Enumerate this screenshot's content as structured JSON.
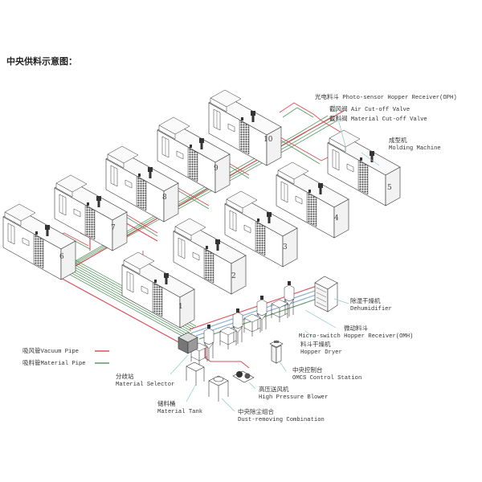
{
  "title": "中央供料示意图：",
  "colors": {
    "vacuum_pipe": "#d9505a",
    "material_pipe": "#5e9a66",
    "air_pipe": "#7fa9d6",
    "outline": "#333333",
    "leader_line": "#8cc8c8"
  },
  "machines": [
    {
      "id": "1",
      "label": "1"
    },
    {
      "id": "2",
      "label": "2"
    },
    {
      "id": "3",
      "label": "3"
    },
    {
      "id": "4",
      "label": "4"
    },
    {
      "id": "5",
      "label": "5"
    },
    {
      "id": "6",
      "label": "6"
    },
    {
      "id": "7",
      "label": "7"
    },
    {
      "id": "8",
      "label": "8"
    },
    {
      "id": "9",
      "label": "9"
    },
    {
      "id": "10",
      "label": "10"
    }
  ],
  "labels": {
    "oph": {
      "zh": "光电料斗",
      "en": "Photo-sensor Hopper Receiver(OPH)"
    },
    "air_valve": {
      "zh": "截风阀",
      "en": "Air Cut-off Valve"
    },
    "material_valve": {
      "zh": "截料阀",
      "en": "Material Cut-off Valve"
    },
    "molding": {
      "zh": "成型机",
      "en": "Molding Machine"
    },
    "dehumidifier": {
      "zh": "除湿干燥机",
      "en": "Dehumidifier"
    },
    "omh": {
      "zh": "微动料斗",
      "en": "Micro-switch Hopper Receiver(OMH)"
    },
    "hopper_dryer": {
      "zh": "料斗干燥机",
      "en": "Hopper Dryer"
    },
    "control": {
      "zh": "中央控制台",
      "en": "OMCS Control Station"
    },
    "blower": {
      "zh": "高压送风机",
      "en": "High Pressure Blower"
    },
    "dust": {
      "zh": "中央除尘组合",
      "en": "Dust-removing Combination"
    },
    "selector": {
      "zh": "分歧站",
      "en": "Material Selector"
    },
    "tank": {
      "zh": "储料桶",
      "en": "Material Tank"
    }
  },
  "legend": [
    {
      "zh": "吸风管",
      "en": "Vacuum Pipe",
      "color": "#d9505a"
    },
    {
      "zh": "吸料管",
      "en": "Material Pipe",
      "color": "#5e9a66"
    }
  ]
}
